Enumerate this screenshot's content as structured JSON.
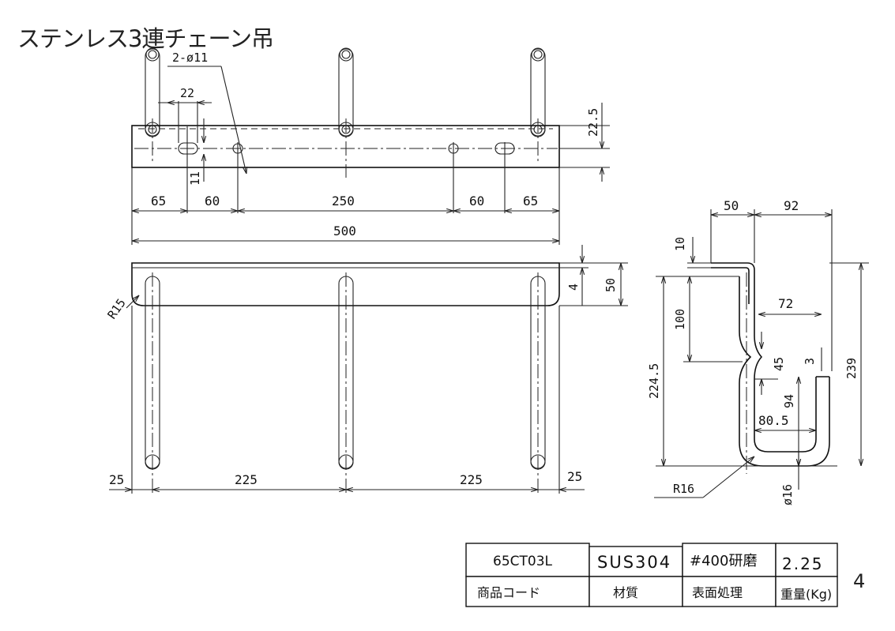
{
  "title": "ステンレス3連チェーン吊",
  "page_number": "4",
  "front_view": {
    "hole_label": "2-ø11",
    "dim_slot_spacing": "22",
    "dim_slot_width": "11",
    "dim_edge_to_hole": "22.5",
    "dims_bottom": [
      "65",
      "60",
      "250",
      "60",
      "65"
    ],
    "dim_overall": "500"
  },
  "top_view": {
    "radius": "R15",
    "dim_thickness": "4",
    "dim_depth": "50",
    "dims_bottom": [
      "25",
      "225",
      "225",
      "25"
    ]
  },
  "side_view": {
    "dim_top_left": "50",
    "dim_top_right": "92",
    "dim_flange": "10",
    "dim_72": "72",
    "dim_100": "100",
    "dim_45": "45",
    "dim_3": "3",
    "dim_2245": "224.5",
    "dim_239": "239",
    "dim_94": "94",
    "dim_805": "80.5",
    "dim_r16": "R16",
    "dim_rod": "ø16"
  },
  "title_block": {
    "code": "65CT03L",
    "material": "SUS304",
    "finish": "#400研磨",
    "weight": "2.25",
    "label_code": "商品コード",
    "label_material": "材質",
    "label_finish": "表面処理",
    "label_weight": "重量(Kg)"
  }
}
